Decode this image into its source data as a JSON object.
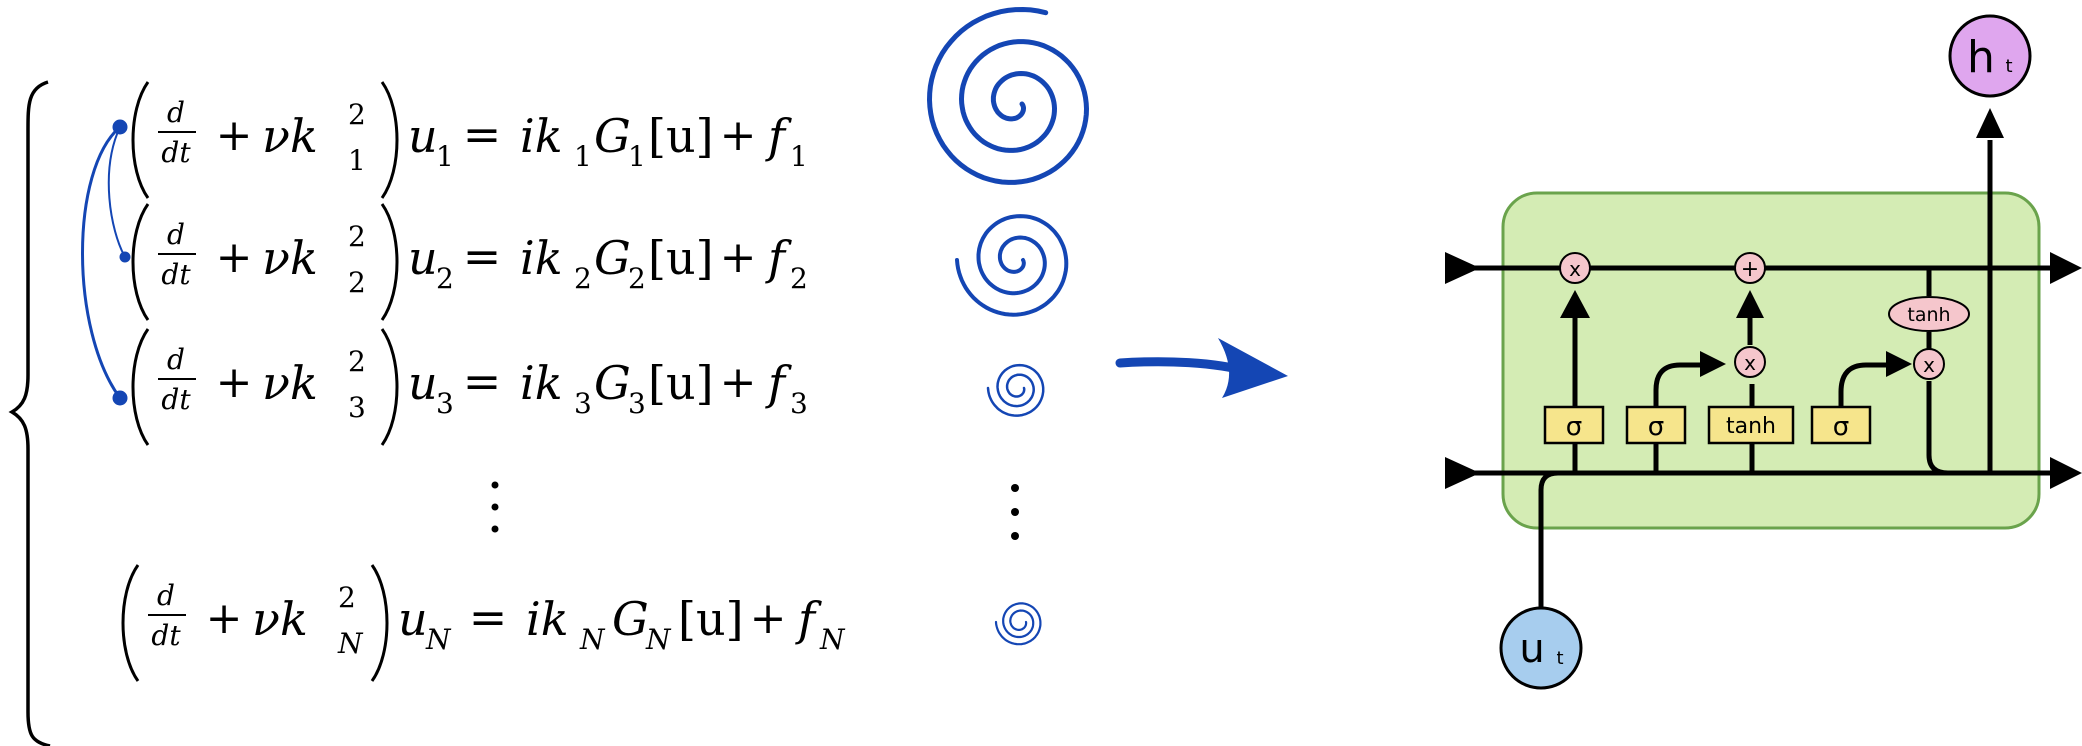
{
  "equations": [
    {
      "n": "1",
      "lhs_sub": "1",
      "rhs_k": "1",
      "rhs_G": "1",
      "f": "1"
    },
    {
      "n": "2",
      "lhs_sub": "2",
      "rhs_k": "2",
      "rhs_G": "2",
      "f": "2"
    },
    {
      "n": "3",
      "lhs_sub": "3",
      "rhs_k": "3",
      "rhs_G": "3",
      "f": "3"
    },
    {
      "n": "N",
      "lhs_sub": "N",
      "rhs_k": "N",
      "rhs_G": "N",
      "f": "N"
    }
  ],
  "equation_text": {
    "d": "d",
    "dt": "dt",
    "plus": "+",
    "nu_k": "νk",
    "sq": "2",
    "u": "u",
    "equals": "=",
    "ik": "ik",
    "G": "G",
    "bracket_u": "[u]",
    "f": "f"
  },
  "colors": {
    "accent_blue": "#1446b4",
    "black": "#000000",
    "cell_fill": "#d4ecb4",
    "cell_stroke": "#6aa34c",
    "gate_fill": "#f6e58c",
    "op_fill": "#f5c6cc",
    "input_fill": "#a7cdee",
    "output_fill": "#dfa6ee"
  },
  "lstm": {
    "gates": [
      "σ",
      "σ",
      "tanh",
      "σ"
    ],
    "ops": {
      "multiply": "x",
      "add": "+",
      "tanh": "tanh"
    },
    "input_label": "u",
    "input_sub": "t",
    "output_label": "h",
    "output_sub": "t"
  }
}
